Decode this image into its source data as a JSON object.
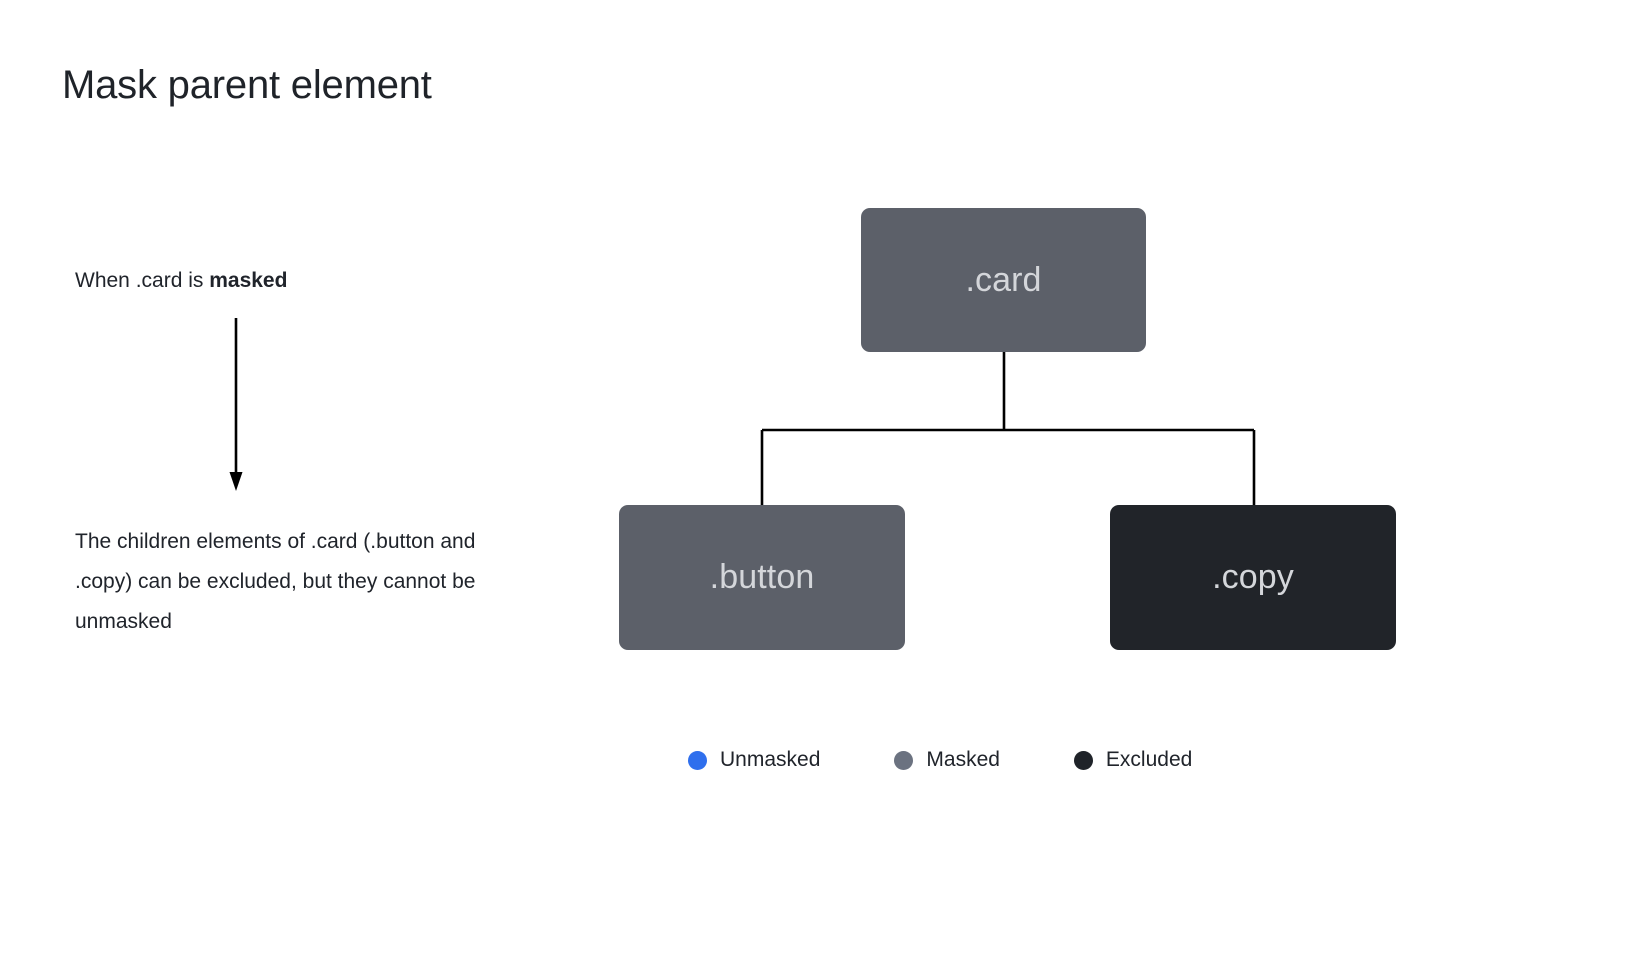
{
  "page": {
    "title": "Mask parent element",
    "background": "#ffffff"
  },
  "explanation": {
    "top_prefix": "When .card is ",
    "top_emphasis": "masked",
    "arrow_icon": "down-arrow-icon",
    "body": "The children elements of .card (.button and .copy) can be excluded, but they cannot be unmasked"
  },
  "tree": {
    "root": {
      "label": ".card",
      "state": "masked",
      "fill": "#5c6069",
      "text_color": "#d4d6da"
    },
    "children": [
      {
        "label": ".button",
        "state": "masked",
        "fill": "#5c6069",
        "text_color": "#d4d6da"
      },
      {
        "label": ".copy",
        "state": "excluded",
        "fill": "#212429",
        "text_color": "#d4d6da"
      }
    ],
    "connector_color": "#000000"
  },
  "legend": {
    "items": [
      {
        "label": "Unmasked",
        "color": "#2f6fed",
        "icon": "legend-dot-icon"
      },
      {
        "label": "Masked",
        "color": "#6b7280",
        "icon": "legend-dot-icon"
      },
      {
        "label": "Excluded",
        "color": "#1f2329",
        "icon": "legend-dot-icon"
      }
    ]
  }
}
